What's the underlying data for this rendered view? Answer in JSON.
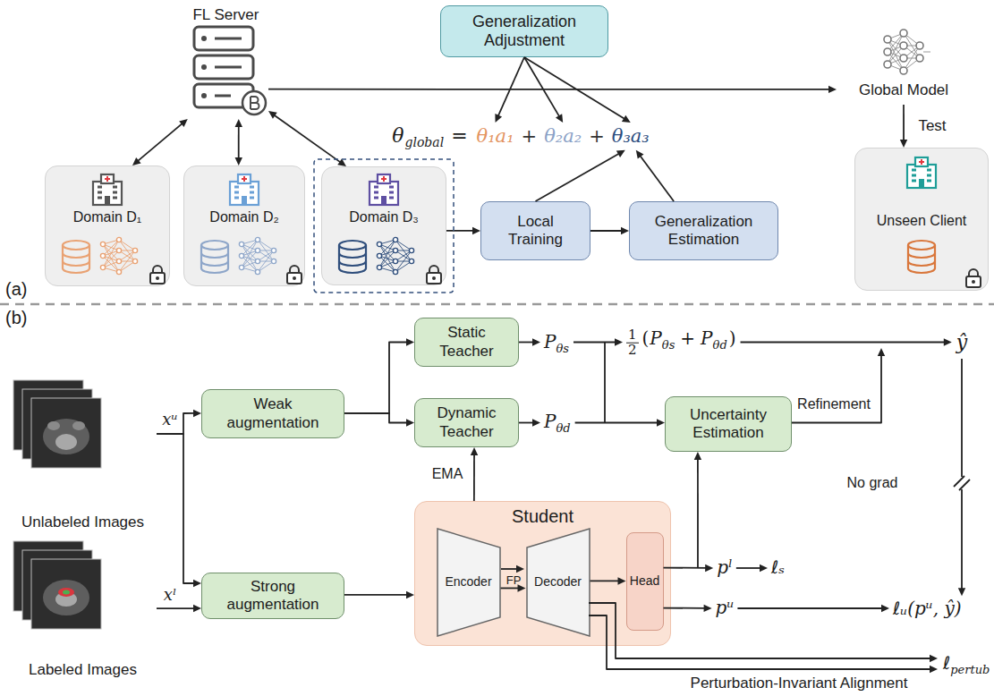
{
  "diagram": {
    "nodes": [
      {
        "text": [
          "FL Server"
        ]
      },
      {
        "text": [
          "Generalization Adjustment"
        ]
      },
      {
        "text": [
          "Global Model"
        ]
      },
      {
        "text": [
          "Domain D₁"
        ]
      },
      {
        "text": [
          "Domain D₂"
        ]
      },
      {
        "text": [
          "Domain D₃"
        ]
      },
      {
        "text": [
          "Local Training"
        ]
      },
      {
        "text": [
          "Generalization Estimation"
        ]
      },
      {
        "text": [
          "Unseen Client"
        ]
      },
      {
        "text": [
          "Static Teacher"
        ]
      },
      {
        "text": [
          "Weak augmentation"
        ]
      },
      {
        "text": [
          "Unlabeled Images"
        ]
      },
      {
        "text": [
          "Dynamic Teacher"
        ]
      },
      {
        "text": [
          "Uncertainty Estimation"
        ]
      },
      {
        "text": [
          "Student"
        ]
      },
      {
        "text": [
          "Encoder"
        ],
        "in": 14
      },
      {
        "text": [
          "Decoder"
        ],
        "in": 14
      },
      {
        "text": [
          "Head"
        ],
        "in": 14
      },
      {
        "text": [
          "Strong augmentation"
        ]
      },
      {
        "text": [
          "Labeled Images"
        ]
      }
    ],
    "edges": [
      {
        "from": 0,
        "to": 3,
        "arrow": "both"
      },
      {
        "from": 0,
        "to": 4,
        "arrow": "both"
      },
      {
        "from": 0,
        "to": 5,
        "arrow": "both"
      },
      {
        "from": 0,
        "to": 2,
        "arrow": "to"
      },
      {
        "from": 2,
        "to": 8,
        "arrow": "to",
        "label": "Test"
      },
      {
        "from": 5,
        "to": 6,
        "arrow": "to"
      },
      {
        "from": 6,
        "to": 7,
        "arrow": "to"
      },
      {
        "from": 11,
        "to": 10,
        "arrow": "to",
        "label": "xᵘ"
      },
      {
        "from": 11,
        "to": 18,
        "arrow": "to"
      },
      {
        "from": 19,
        "to": 18,
        "arrow": "to",
        "label": "xˡ"
      },
      {
        "from": 10,
        "to": 9,
        "arrow": "to"
      },
      {
        "from": 10,
        "to": 12,
        "arrow": "to"
      },
      {
        "from": 18,
        "to": 14,
        "arrow": "to"
      },
      {
        "from": 14,
        "to": 12,
        "arrow": "to",
        "label": "EMA"
      },
      {
        "from": 15,
        "to": 16,
        "arrow": "to",
        "label": "FP"
      },
      {
        "from": 16,
        "to": 17,
        "arrow": "to"
      }
    ],
    "labels": [
      "(a)",
      "θ",
      "global",
      "=",
      "θ₁a₁",
      "+",
      "θ₂a₂",
      "+",
      "θ₃a₃",
      "(b)",
      "P",
      "θs",
      "P",
      "θd",
      "1",
      "2",
      "(",
      "P",
      "θs",
      "+",
      "P",
      "θd",
      ")",
      "ŷ",
      "Refinement",
      "No grad",
      "pˡ",
      "ℓₛ",
      "pᵘ",
      "ℓᵤ(pᵘ, ŷ)",
      "ℓ",
      "pertub",
      "Perturbation-Invariant Alignment"
    ]
  }
}
